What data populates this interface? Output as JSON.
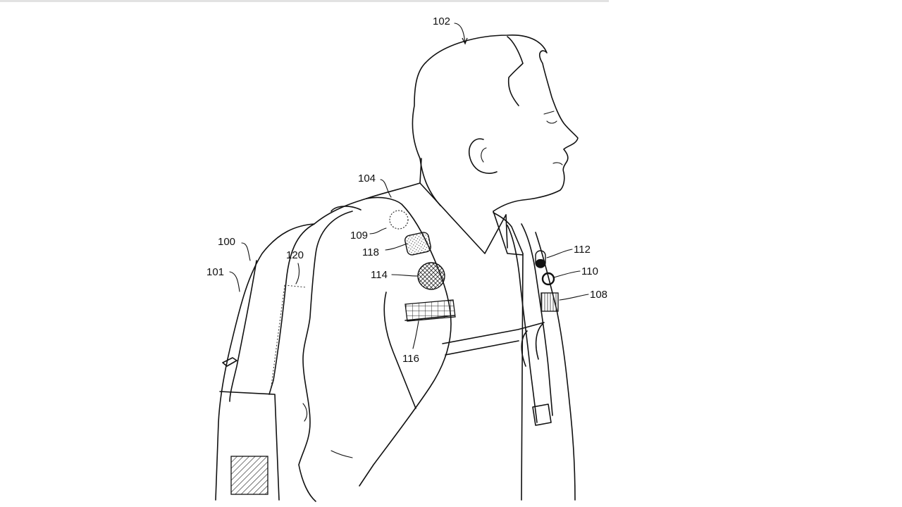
{
  "labels": {
    "l100": "100",
    "l101": "101",
    "l102": "102",
    "l104": "104",
    "l108": "108",
    "l109": "109",
    "l110": "110",
    "l112": "112",
    "l114": "114",
    "l116": "116",
    "l118": "118",
    "l120": "120"
  },
  "colors": {
    "line": "#111111",
    "background": "#ffffff",
    "top_bar": "#e2e2e2"
  }
}
